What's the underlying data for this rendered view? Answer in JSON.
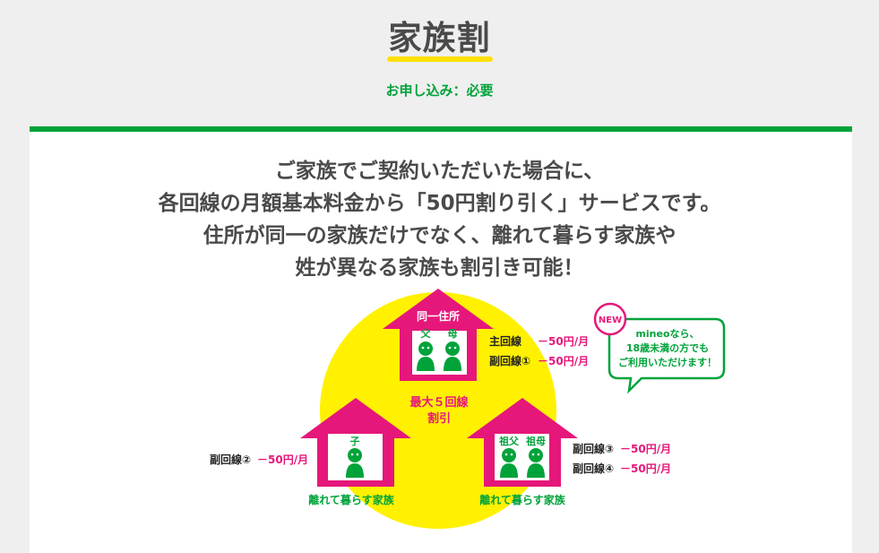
{
  "header": {
    "title": "家族割",
    "application_note": "お申し込み：必要"
  },
  "lead": {
    "lines": [
      "ご家族でご契約いただいた場合に、",
      "各回線の月額基本料金から「50円割り引く」サービスです。",
      "住所が同一の家族だけでなく、離れて暮らす家族や",
      "姓が異なる家族も割引き可能！"
    ]
  },
  "diagram": {
    "center_label_1": "最大５回線",
    "center_label_2": "割引",
    "top_house": {
      "label": "同一住所",
      "person_1": "父",
      "person_2": "母",
      "lines": [
        {
          "name": "主回線",
          "discount": "－50円/月"
        },
        {
          "name": "副回線①",
          "discount": "－50円/月"
        }
      ]
    },
    "left_house": {
      "person": "子",
      "caption": "離れて暮らす家族",
      "lines": [
        {
          "name": "副回線②",
          "discount": "－50円/月"
        }
      ]
    },
    "right_house": {
      "person_1": "祖父",
      "person_2": "祖母",
      "caption": "離れて暮らす家族",
      "lines": [
        {
          "name": "副回線③",
          "discount": "－50円/月"
        },
        {
          "name": "副回線④",
          "discount": "－50円/月"
        }
      ]
    },
    "new_badge": "NEW",
    "note_lines": [
      "mineoなら、",
      "18歳未満の方でも",
      "ご利用いただけます！"
    ]
  },
  "colors": {
    "green": "#00a33a",
    "pink": "#e6177a",
    "yellow": "#fff100",
    "text": "#4a4a4a"
  }
}
